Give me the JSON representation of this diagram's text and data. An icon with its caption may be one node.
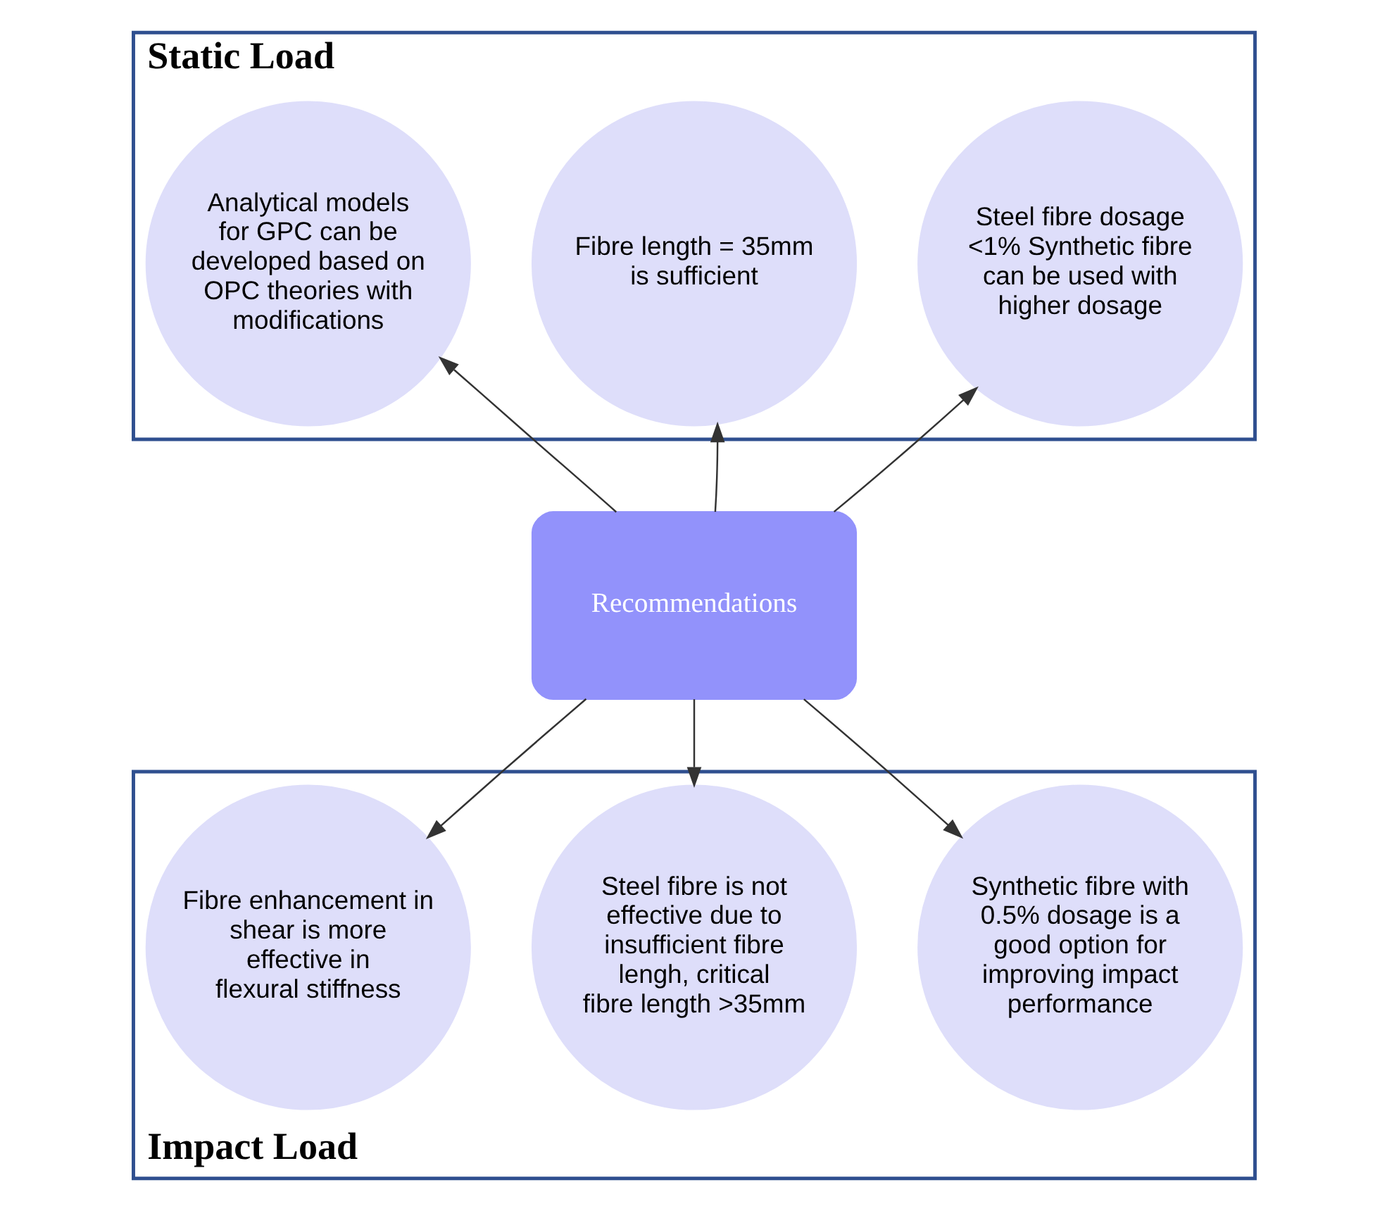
{
  "diagram": {
    "nodes": [
      {
        "text": [
          "Static Load"
        ]
      },
      {
        "text": [
          "Steel fibre dosage <1% Synthetic fibre can be used with higher dosage"
        ],
        "in": 0
      },
      {
        "text": [
          "Fibre length = 35mm is sufficient"
        ],
        "in": 0
      },
      {
        "text": [
          "Analytical models for GPC can be developed based on OPC theories with modifications"
        ],
        "in": 0
      },
      {
        "text": [
          "Recommendations"
        ]
      },
      {
        "text": [
          "Impact Load"
        ]
      },
      {
        "text": [
          "Synthetic fibre with 0.5% dosage is a good option for improving impact performance"
        ],
        "in": 5
      },
      {
        "text": [
          "Steel fibre is not effective due to insufficient fibre lengh, critical fibre length >35mm"
        ],
        "in": 5
      },
      {
        "text": [
          "Fibre enhancement in shear is more effective in flexural stiffness"
        ],
        "in": 5
      }
    ],
    "edges": [
      {
        "from": 4,
        "to": 1,
        "arrow": "to"
      },
      {
        "from": 4,
        "to": 2,
        "arrow": "to"
      },
      {
        "from": 4,
        "to": 3,
        "arrow": "to"
      },
      {
        "from": 4,
        "to": 6,
        "arrow": "to"
      },
      {
        "from": 4,
        "to": 7,
        "arrow": "to"
      },
      {
        "from": 4,
        "to": 8,
        "arrow": "to"
      }
    ]
  }
}
